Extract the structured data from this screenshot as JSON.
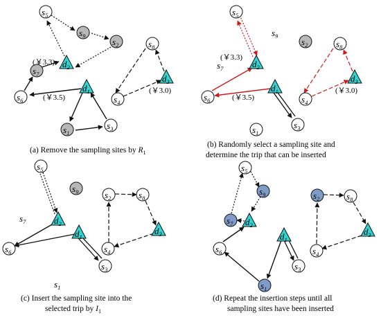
{
  "colors": {
    "grey_site": "#b8b8b8",
    "blue_site": "#7f9cc9",
    "depot": "#33d1d1",
    "red_route": "#d01818",
    "ink": "#111111"
  },
  "labels": {
    "s": "s",
    "d": "d",
    "s1": "1",
    "s2": "2",
    "s3": "3",
    "s4": "4",
    "s5": "5",
    "s6": "6",
    "s7": "7",
    "s8": "8",
    "s9": "9",
    "d1": "1",
    "d2": "2",
    "d3": "3"
  },
  "costs": {
    "c33": "(￥3.3)",
    "c35": "(￥3.5)",
    "c30": "(￥3.0)"
  },
  "captions": {
    "a_text": "(a) Remove the sampling sites by ",
    "a_sym": "R",
    "a_sub": "1",
    "b_line1": "(b) Randomly select a sampling site and",
    "b_line2": "determine the trip that can be inserted",
    "c_line1": "(c) Insert the sampling site into the",
    "c_line2_text": "selected trip by ",
    "c_sym": "I",
    "c_sub": "1",
    "d_line1": "(d) Repeat the insertion steps until all",
    "d_line2": "sampling sites have been inserted"
  }
}
